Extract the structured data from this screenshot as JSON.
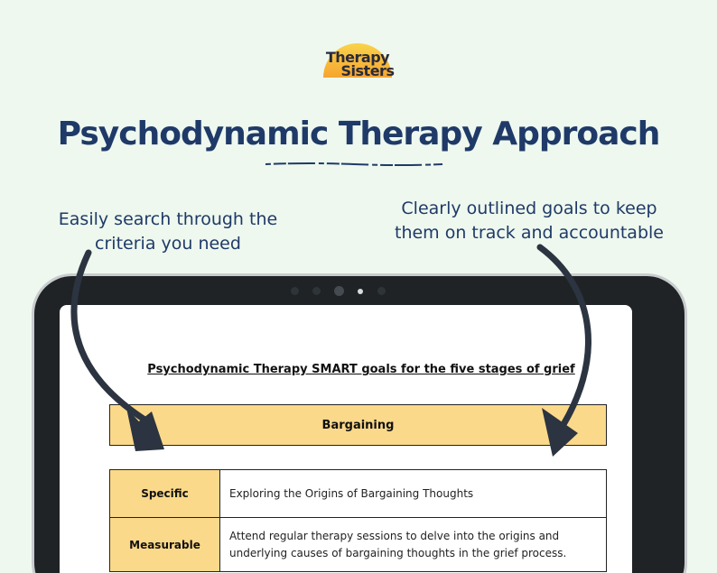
{
  "logo": {
    "line1": "Therapy",
    "line2": "Sisters"
  },
  "main_title": "Psychodynamic Therapy Approach",
  "callouts": {
    "left": "Easily search through the criteria you need",
    "right": "Clearly outlined goals to keep them on track and accountable"
  },
  "document": {
    "title": "Psychodynamic Therapy SMART goals for the five stages of grief",
    "stage": "Bargaining",
    "rows": [
      {
        "label": "Specific",
        "value": "Exploring the Origins of Bargaining Thoughts"
      },
      {
        "label": "Measurable",
        "value": "Attend regular therapy sessions to delve into the origins and underlying causes of bargaining thoughts in the grief process."
      }
    ]
  },
  "colors": {
    "background": "#eef8ee",
    "title_navy": "#1f3a68",
    "table_yellow": "#fbd98a",
    "tablet_frame": "#1f2326"
  }
}
